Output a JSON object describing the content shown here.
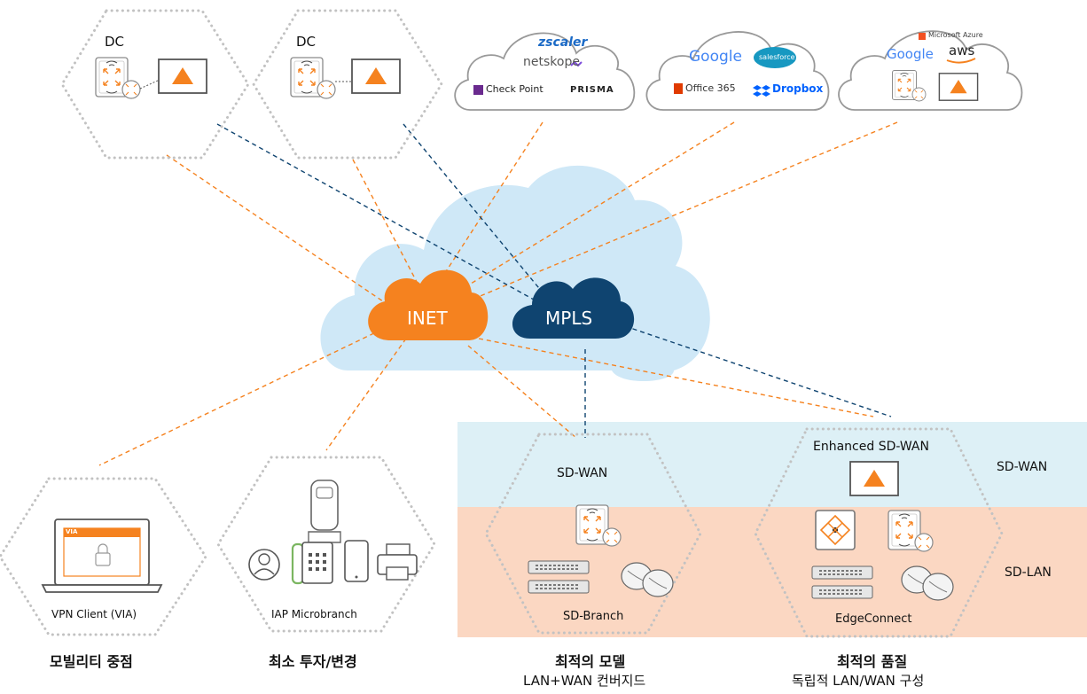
{
  "labels": {
    "dc_left": "DC",
    "dc_right": "DC",
    "inet": "INET",
    "mpls": "MPLS",
    "sdwan_zone": "SD-WAN",
    "sdlan_zone": "SD-LAN",
    "sdwan_hex": "SD-WAN",
    "enhanced_sdwan": "Enhanced SD-WAN",
    "sd_branch": "SD-Branch",
    "edgeconnect": "EdgeConnect",
    "vpn_client": "VPN Client (VIA)",
    "iap_microbranch": "IAP Microbranch",
    "via_badge": "VIA"
  },
  "clouds": {
    "security": [
      "zscaler",
      "netskope",
      "Check Point",
      "PRISMA"
    ],
    "saas": [
      "Google",
      "salesforce",
      "Office 365",
      "Dropbox"
    ],
    "iaas": [
      "Microsoft Azure",
      "Google",
      "aws"
    ]
  },
  "captions": {
    "mobility": {
      "title": "모빌리티 중점",
      "sub": ""
    },
    "min_invest": {
      "title": "최소 투자/변경",
      "sub": ""
    },
    "optimal_model": {
      "title": "최적의 모델",
      "sub": "LAN+WAN 컨버지드"
    },
    "optimal_quality": {
      "title": "최적의 품질",
      "sub": "독립적 LAN/WAN 구성"
    }
  },
  "colors": {
    "inet_orange": "#f5821f",
    "mpls_navy": "#0f4470",
    "big_cloud": "#cfe8f7",
    "sdwan_band": "#ddf0f6",
    "sdlan_band": "#fbd7c2",
    "hex_dots": "#c2c2c2"
  }
}
